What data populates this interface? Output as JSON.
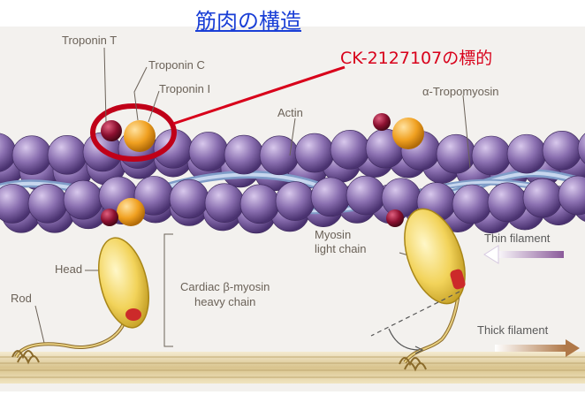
{
  "title": "筋肉の構造",
  "callout": "CK-2127107の標的",
  "labels": {
    "troponin_t": "Troponin T",
    "troponin_c": "Troponin C",
    "troponin_i": "Troponin I",
    "actin": "Actin",
    "tropomyosin": "α-Tropomyosin",
    "myosin_light_chain": "Myosin\nlight chain",
    "head": "Head",
    "rod": "Rod",
    "cardiac_myosin": "Cardiac β-myosin\nheavy chain",
    "thin_filament": "Thin filament",
    "thick_filament": "Thick filament"
  },
  "colors": {
    "title": "#1a3fd6",
    "callout": "#d8001a",
    "actin": "#8a6fb0",
    "troponin_c": "#f0a020",
    "troponin_t": "#8c1030",
    "tropomyosin": "#a9c0e0",
    "myosin_head": "#f2d35a",
    "thick_filament": "#e8d8a8"
  }
}
